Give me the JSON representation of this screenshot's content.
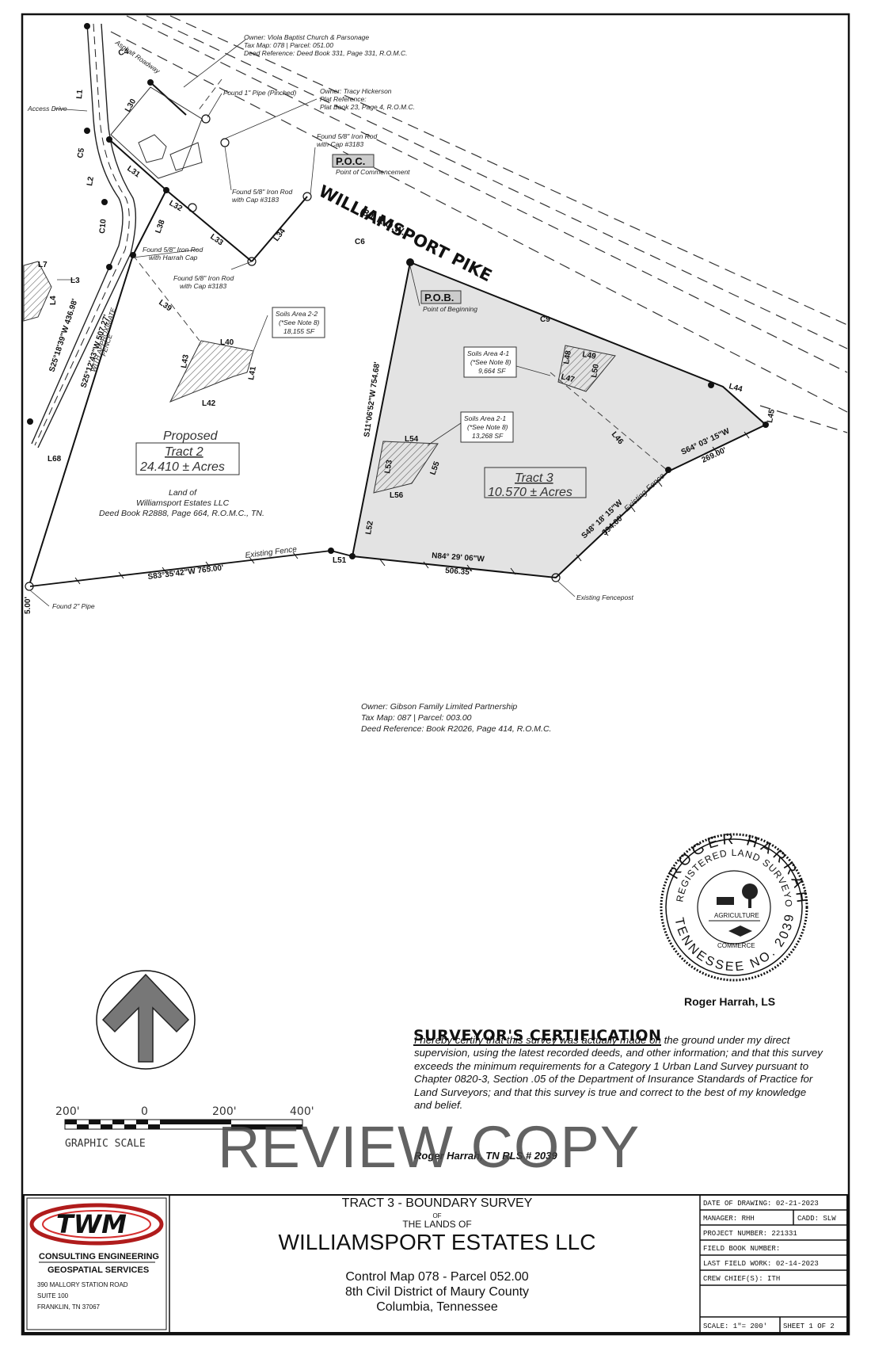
{
  "map": {
    "road_name": "WILLIAMSPORT PIKE",
    "road_row": "(80' R.O.W.)",
    "asphalt_roadway": "Asphalt Roadway",
    "access_drive": "Access Drive",
    "poc": {
      "label": "P.O.C.",
      "desc": "Point of Commencement"
    },
    "pob": {
      "label": "P.O.B.",
      "desc": "Point of Beginning"
    },
    "owner_church": [
      "Owner: Viola Baptist Church & Parsonage",
      "Tax Map: 078 | Parcel: 051.00",
      "Deed Reference: Deed Book 331, Page 331, R.O.M.C."
    ],
    "owner_hickerson": [
      "Owner: Tracy Hickerson",
      "Plat Reference:",
      "Plat Book 23, Page 4, R.O.M.C."
    ],
    "owner_gibson": [
      "Owner: Gibson Family Limited Partnership",
      "Tax Map: 087 | Parcel: 003.00",
      "Deed Reference: Book R2026, Page 414, R.O.M.C."
    ],
    "found_pipe_pinched": "Found 1\" Pipe (Pinched)",
    "found_rod_3183_a": [
      "Found 5/8\" Iron Rod",
      "with Cap #3183"
    ],
    "found_rod_3183_b": [
      "Found 5/8\" Iron Rod",
      "with Cap #3183"
    ],
    "found_rod_3183_c": [
      "Found 5/8\" Iron Rod",
      "with Cap #3183"
    ],
    "found_rod_harrah": [
      "Found 5/8\" Iron Rod",
      "with Harrah Cap"
    ],
    "found_2_pipe": "Found 2\" Pipe",
    "existing_fence": "Existing Fence",
    "existing_fence_2": "Existing Fence",
    "existing_fencepost": "Existing Fencepost",
    "approx_fence": [
      "WITH APPROXIMATE",
      "FENCE"
    ],
    "tract2": {
      "title": "Proposed",
      "name": "Tract 2",
      "acres": "24.410 ± Acres"
    },
    "land_of": [
      "Land of",
      "Williamsport Estates LLC",
      "Deed Book R2888, Page 664, R.O.M.C., TN."
    ],
    "tract3": {
      "name": "Tract 3",
      "acres": "10.570 ± Acres"
    },
    "soils_2_2": [
      "Soils Area 2-2",
      "(*See Note 8)",
      "18,155 SF"
    ],
    "soils_4_1": [
      "Soils Area 4-1",
      "(*See Note 8)",
      "9,664 SF"
    ],
    "soils_2_1": [
      "Soils Area 2-1",
      "(*See Note 8)",
      "13,268 SF"
    ],
    "bearings": {
      "s11": "S11°06'52\"W  754.68'",
      "s25a": "S25°18'39\"W  436.98'",
      "s25b": "S25°12'43\"W  507.27'",
      "s83": "S83°35'42\"W  765.00'",
      "n84": "N84° 29' 06\"W",
      "n84_dist": "506.35'",
      "s48": "S48° 18' 15\"W",
      "s48_dist": "394.00'",
      "s64": "S64° 03' 15\"W",
      "s64_dist": "269.00'",
      "edge_dist": "5.00'"
    },
    "line_labels": [
      "L1",
      "C4",
      "L30",
      "C5",
      "L2",
      "L31",
      "L32",
      "L38",
      "C10",
      "L33",
      "L34",
      "C6",
      "L7",
      "L3",
      "L4",
      "L39",
      "L40",
      "L43",
      "L41",
      "L42",
      "L68",
      "L48",
      "L49",
      "L47",
      "L50",
      "L46",
      "C9",
      "L44",
      "L45",
      "L54",
      "L53",
      "L55",
      "L56",
      "L52",
      "L51"
    ]
  },
  "seal": {
    "outer_text": "ROGER HARRAH",
    "inner_text": "REGISTERED LAND SURVEYOR",
    "lower_text": "TENNESSEE NO. 2039",
    "agriculture": "AGRICULTURE",
    "commerce": "COMMERCE"
  },
  "surveyor_name": "Roger Harrah, LS",
  "certification": {
    "title": "SURVEYOR'S CERTIFICATION",
    "body": "I hereby certify that this survey was actually made on the ground under my direct supervision, using the latest recorded deeds, and other information; and that this survey exceeds the minimum requirements for a Category 1 Urban Land Survey pursuant to Chapter 0820-3, Section .05 of the Department of Insurance Standards of Practice for Land Surveyors; and that this survey is true and correct to the best of my knowledge and belief.",
    "signature": "Roger Harrah, TN RLS # 2039"
  },
  "watermark": "REVIEW COPY",
  "graphic_scale": {
    "label": "GRAPHIC SCALE",
    "ticks": [
      "200'",
      "0",
      "200'",
      "400'"
    ]
  },
  "title_block": {
    "logo_text": "TWM",
    "firm_line1": "CONSULTING  ENGINEERING",
    "firm_line2": "GEOSPATIAL  SERVICES",
    "address1": "390 MALLORY STATION ROAD",
    "address2": "SUITE 100",
    "address3": "FRANKLIN, TN 37067",
    "title1": "TRACT 3 - BOUNDARY SURVEY",
    "title_of": "OF",
    "title_lands": "THE LANDS OF",
    "title_main": "WILLIAMSPORT ESTATES LLC",
    "title_map": "Control Map 078 - Parcel 052.00",
    "title_district": "8th Civil District of Maury County",
    "title_city": "Columbia, Tennessee",
    "date_of_drawing": "DATE OF DRAWING:  02-21-2023",
    "manager": "MANAGER:  RHH",
    "cadd": "CADD:  SLW",
    "project_number": "PROJECT NUMBER:  221331",
    "field_book": "FIELD BOOK NUMBER:",
    "last_field_work": "LAST FIELD WORK:  02-14-2023",
    "crew_chief": "CREW CHIEF(S):  ITH",
    "scale": "SCALE:  1\"= 200'",
    "sheet": "SHEET  1  OF  2"
  }
}
